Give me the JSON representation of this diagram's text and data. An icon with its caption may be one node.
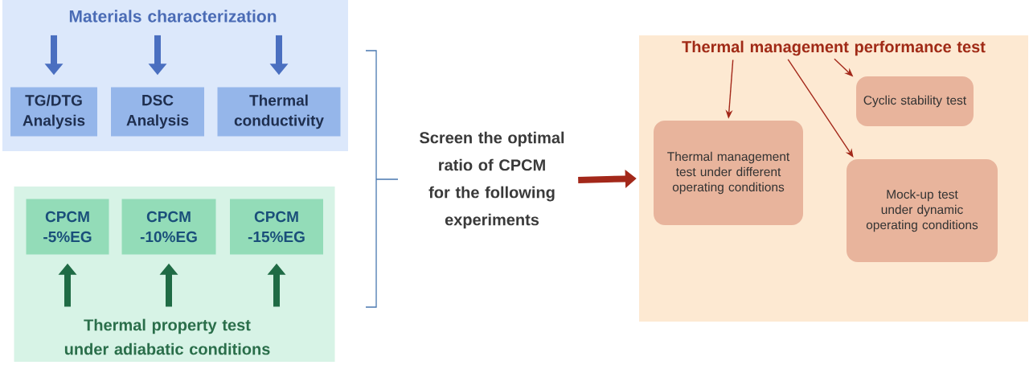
{
  "diagram": {
    "nodes": [
      {
        "text": [],
        "shape": "box"
      },
      {
        "text": [
          "Materials characterization"
        ],
        "in": 0
      },
      {
        "text": [
          "TG/DTG Analysis"
        ],
        "in": 0
      },
      {
        "text": [
          "DSC Analysis"
        ],
        "in": 0
      },
      {
        "text": [
          "Thermal conductivity"
        ],
        "in": 0
      },
      {
        "text": [],
        "shape": "box"
      },
      {
        "text": [
          "CPCM -5%EG"
        ],
        "in": 5
      },
      {
        "text": [
          "CPCM -10%EG"
        ],
        "in": 5
      },
      {
        "text": [
          "CPCM -15%EG"
        ],
        "in": 5
      },
      {
        "text": [
          "Thermal property test under adiabatic conditions"
        ],
        "in": 5
      },
      {
        "text": [
          "Screen the optimal ratio of CPCM for the following experiments"
        ]
      },
      {
        "text": [],
        "shape": "box"
      },
      {
        "text": [
          "Thermal management performance test"
        ],
        "in": 11
      },
      {
        "text": [
          "Thermal management test under different operating conditions"
        ],
        "in": 11
      },
      {
        "text": [
          "Cyclic stability test"
        ],
        "in": 11
      },
      {
        "text": [
          "Mock-up test under dynamic operating conditions"
        ],
        "in": 11
      }
    ],
    "edges": [
      {
        "from": 1,
        "to": 2,
        "arrow": "to",
        "color": "#4a6fc0"
      },
      {
        "from": 1,
        "to": 3,
        "arrow": "to",
        "color": "#4a6fc0"
      },
      {
        "from": 1,
        "to": 4,
        "arrow": "to",
        "color": "#4a6fc0"
      },
      {
        "from": 9,
        "to": 6,
        "arrow": "to",
        "color": "#1f6b45"
      },
      {
        "from": 9,
        "to": 7,
        "arrow": "to",
        "color": "#1f6b45"
      },
      {
        "from": 9,
        "to": 8,
        "arrow": "to",
        "color": "#1f6b45"
      },
      {
        "from": 10,
        "to": 11,
        "arrow": "to"
      },
      {
        "from": 12,
        "to": 13,
        "arrow": "to"
      },
      {
        "from": 12,
        "to": 14,
        "arrow": "to"
      },
      {
        "from": 12,
        "to": 15,
        "arrow": "to"
      }
    ]
  }
}
